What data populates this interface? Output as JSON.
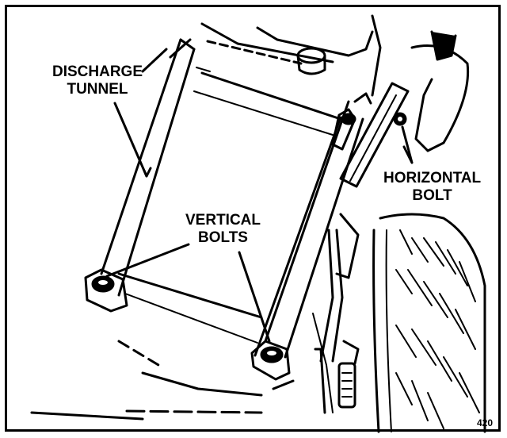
{
  "labels": {
    "discharge_tunnel": [
      "DISCHARGE",
      "TUNNEL"
    ],
    "vertical_bolts": [
      "VERTICAL",
      "BOLTS"
    ],
    "horizontal_bolt": [
      "HORIZONTAL",
      "BOLT"
    ]
  },
  "figure_number": "420",
  "colors": {
    "ink": "#000000",
    "paper": "#ffffff"
  }
}
